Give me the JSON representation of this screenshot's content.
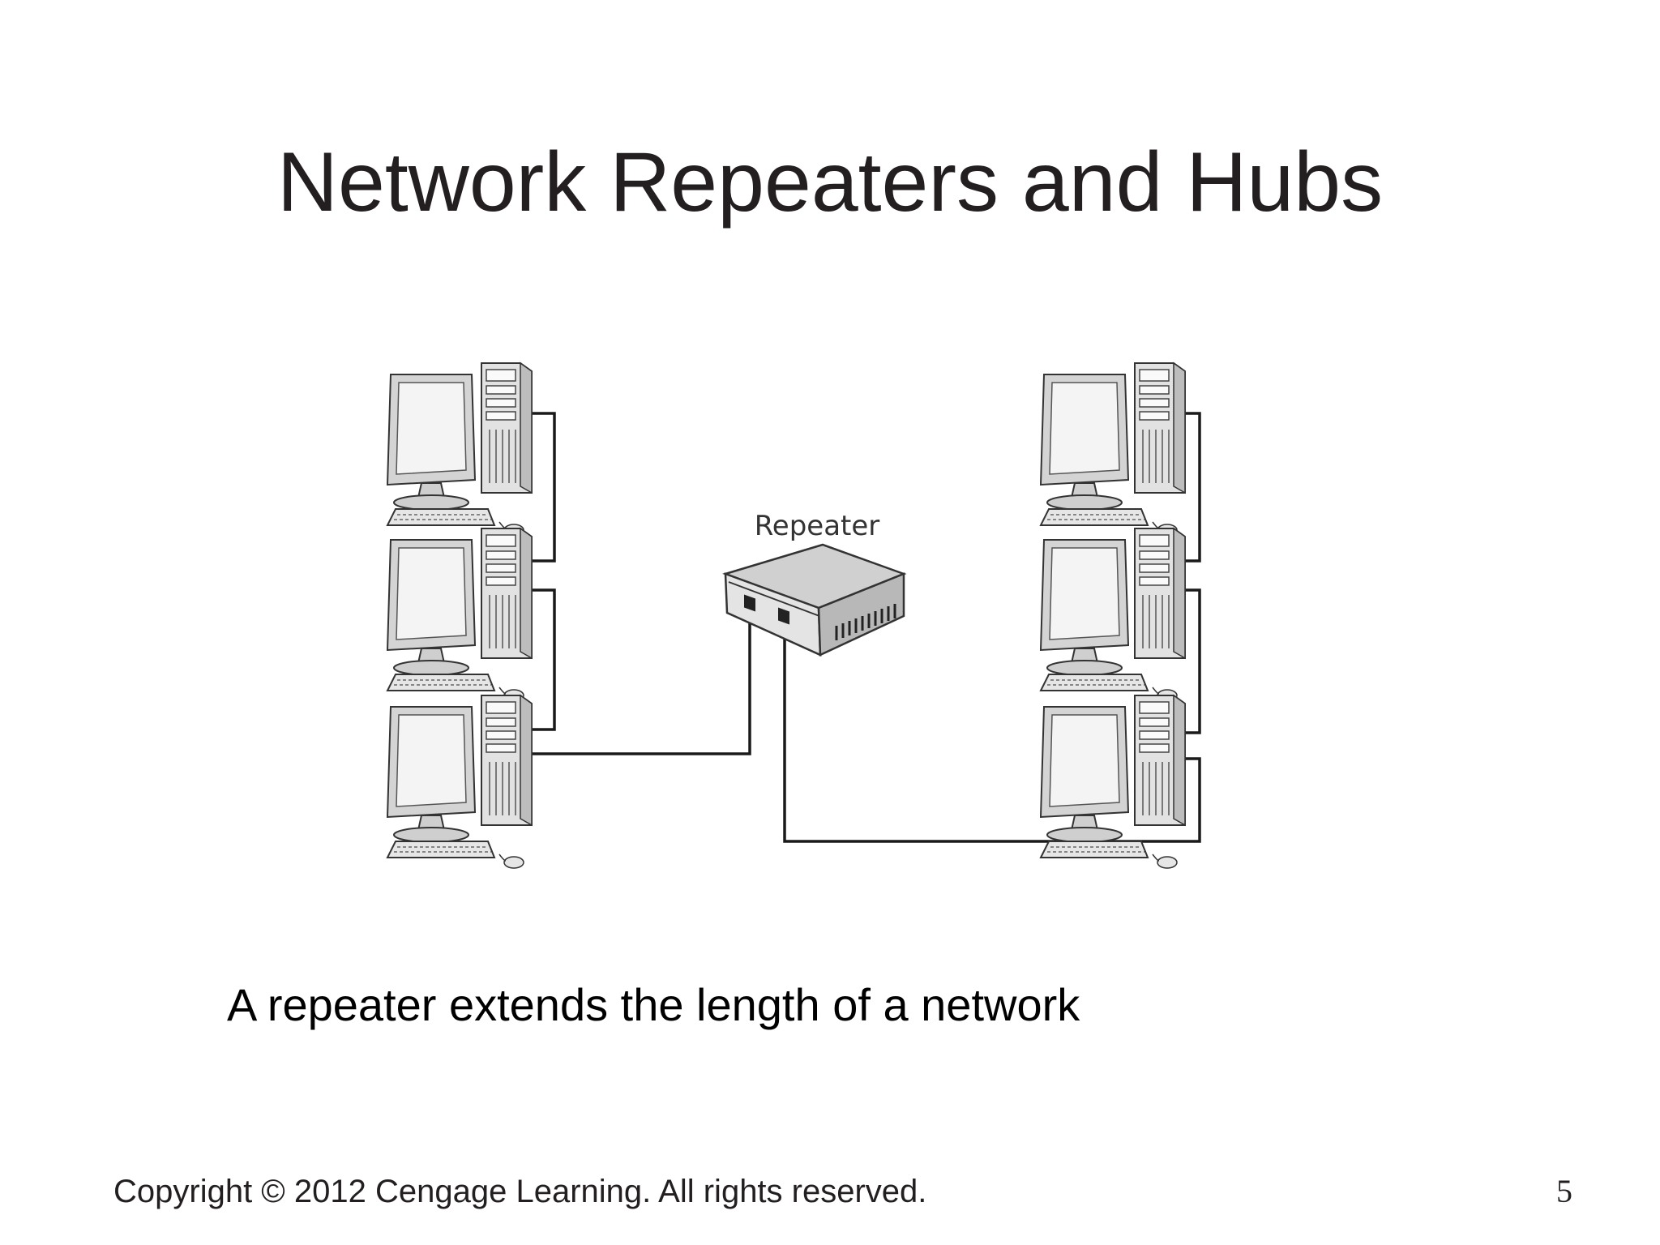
{
  "slide": {
    "title": "Network Repeaters and Hubs",
    "caption": "A repeater extends the length of a network",
    "copyright": "Copyright © 2012 Cengage Learning. All rights reserved.",
    "page_number": "5"
  },
  "diagram": {
    "repeater_label": "Repeater",
    "nodes": [
      {
        "id": "pc-left-1",
        "type": "computer-icon",
        "group": "left"
      },
      {
        "id": "pc-left-2",
        "type": "computer-icon",
        "group": "left"
      },
      {
        "id": "pc-left-3",
        "type": "computer-icon",
        "group": "left"
      },
      {
        "id": "repeater",
        "type": "repeater-icon",
        "label": "Repeater"
      },
      {
        "id": "pc-right-1",
        "type": "computer-icon",
        "group": "right"
      },
      {
        "id": "pc-right-2",
        "type": "computer-icon",
        "group": "right"
      },
      {
        "id": "pc-right-3",
        "type": "computer-icon",
        "group": "right"
      }
    ],
    "edges": [
      {
        "from": "pc-left-1",
        "to": "pc-left-2"
      },
      {
        "from": "pc-left-2",
        "to": "pc-left-3"
      },
      {
        "from": "pc-left-3",
        "to": "repeater"
      },
      {
        "from": "repeater",
        "to": "pc-right-3"
      },
      {
        "from": "pc-right-3",
        "to": "pc-right-2"
      },
      {
        "from": "pc-right-2",
        "to": "pc-right-1"
      }
    ],
    "colors": {
      "line": "#1a1a1a",
      "device_fill": "#d9d9d9",
      "screen": "#f4f4f4"
    }
  }
}
